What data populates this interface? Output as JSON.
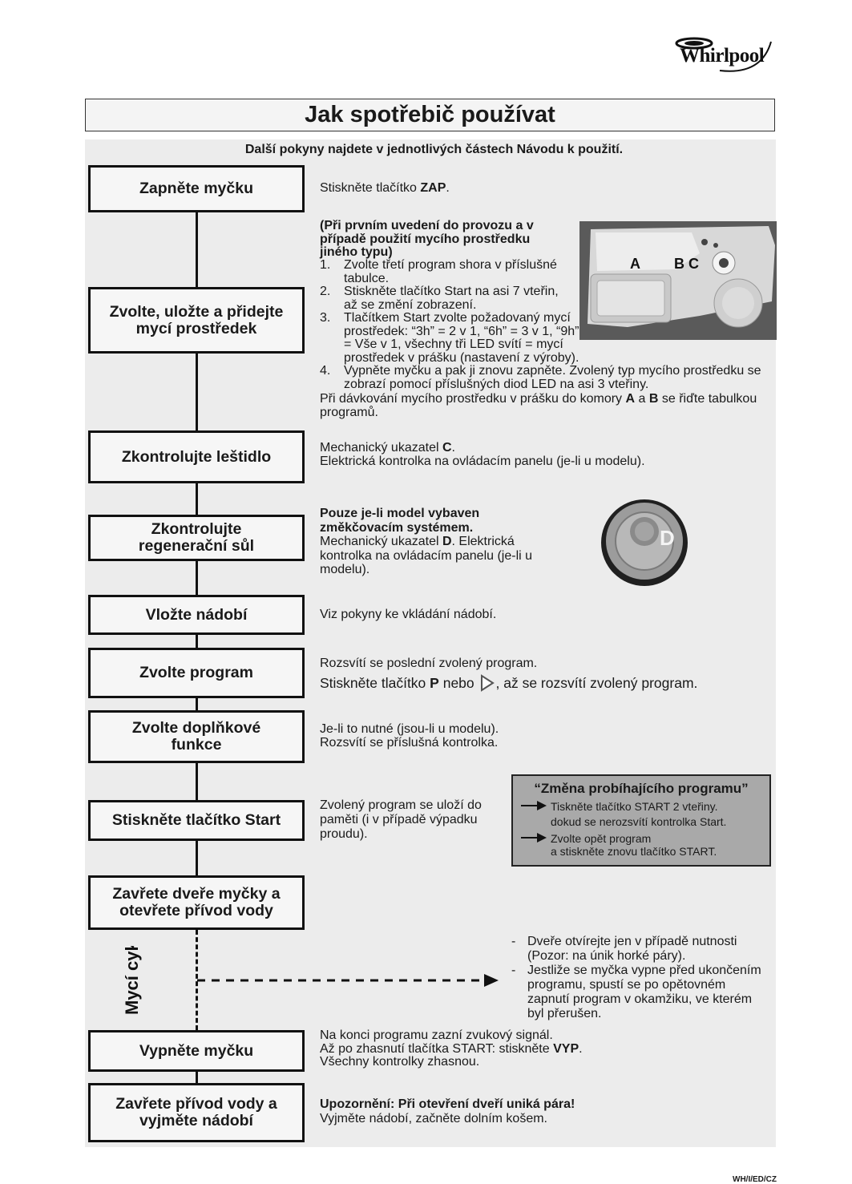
{
  "brand": "Whirlpool",
  "title": "Jak spotřebič používat",
  "subtitle": "Další pokyny najdete v jednotlivých částech Návodu k použití.",
  "steps": [
    {
      "label": "Zapněte myčku"
    },
    {
      "label": "Zvolte, uložte a přidejte mycí prostředek"
    },
    {
      "label": "Zkontrolujte leštidlo"
    },
    {
      "label": "Zkontrolujte regenerační sůl"
    },
    {
      "label": "Vložte nádobí"
    },
    {
      "label": "Zvolte program"
    },
    {
      "label": "Zvolte doplňkové funkce"
    },
    {
      "label": "Stiskněte tlačítko Start"
    },
    {
      "label": "Zavřete dveře myčky a otevřete přívod vody"
    },
    {
      "label": "Vypněte myčku"
    },
    {
      "label": "Zavřete přívod vody a vyjměte nádobí"
    }
  ],
  "cycle_label": "Mycí cyklus",
  "desc": {
    "s1": {
      "pre": "Stiskněte tlačítko ",
      "bold": "ZAP",
      "post": "."
    },
    "s2": {
      "heading": "(Při prvním uvedení do provozu a v případě použití mycího prostředku jiného typu)",
      "items": [
        {
          "num": "1.",
          "text": "Zvolte třetí program shora v příslušné tabulce."
        },
        {
          "num": "2.",
          "text": "Stiskněte tlačítko Start na asi 7 vteřin, až se změní zobrazení."
        },
        {
          "num": "3.",
          "text": "Tlačítkem Start zvolte požadovaný mycí prostředek: “3h” = 2 v 1, “6h” = 3 v 1, “9h” = Vše v 1, všechny tři LED svítí = mycí prostředek v prášku (nastavení z výroby)."
        },
        {
          "num": "4.",
          "text": "Vypněte myčku a pak ji znovu zapněte. Zvolený typ mycího prostředku se zobrazí pomocí příslušných diod LED na asi 3 vteřiny."
        }
      ],
      "note_pre": "Při dávkování mycího prostředku v prášku do komory ",
      "note_a": "A",
      "note_mid": " a ",
      "note_b": "B",
      "note_post": " se řiďte tabulkou programů.",
      "photo_labels": {
        "a": "A",
        "bc": "B C"
      }
    },
    "s3": {
      "line1_pre": "Mechanický ukazatel ",
      "line1_bold": "C",
      "line1_post": ".",
      "line2": "Elektrická kontrolka na ovládacím panelu (je-li u modelu)."
    },
    "s4": {
      "heading": "Pouze je-li model vybaven změkčovacím systémem.",
      "line_pre": "Mechanický ukazatel ",
      "line_bold": "D",
      "line_post": ". Elektrická kontrolka na ovládacím panelu (je-li u modelu).",
      "gauge_label": "D"
    },
    "s5": {
      "text": "Viz pokyny ke vkládání nádobí."
    },
    "s6": {
      "line1": "Rozsvítí se poslední zvolený program.",
      "line2_pre": "Stiskněte tlačítko ",
      "line2_bold": "P",
      "line2_mid": " nebo ",
      "line2_post": ", až se rozsvítí zvolený program."
    },
    "s7": {
      "line1": "Je-li to nutné (jsou-li u modelu).",
      "line2": "Rozsvítí se příslušná kontrolka."
    },
    "s8": {
      "text": "Zvolený program se uloží do paměti (i v případě výpadku proudu)."
    },
    "cycle": {
      "items": [
        {
          "dash": "-",
          "text": "Dveře otvírejte jen v případě nutnosti (Pozor: na únik horké páry)."
        },
        {
          "dash": "-",
          "text": "Jestliže se myčka vypne před ukončením programu, spustí se po opětovném zapnutí program v okamžiku, ve kterém byl přerušen."
        }
      ]
    },
    "s10": {
      "line1": "Na konci programu zazní zvukový signál.",
      "line2_pre": "Až po zhasnutí tlačítka START: stiskněte ",
      "line2_bold": "VYP",
      "line2_post": ".",
      "line3": "Všechny kontrolky zhasnou."
    },
    "s11": {
      "bold": "Upozornění: Při otevření dveří uniká pára!",
      "line": "Vyjměte nádobí, začněte dolním košem."
    }
  },
  "notice": {
    "title": "“Změna probíhajícího programu”",
    "l1": "Tiskněte tlačítko START 2 vteřiny.",
    "l2": "dokud se nerozsvítí kontrolka Start.",
    "l3": "Zvolte opět program",
    "l4": "a stiskněte znovu tlačítko START."
  },
  "footer_code": "WH/I/ED/CZ"
}
